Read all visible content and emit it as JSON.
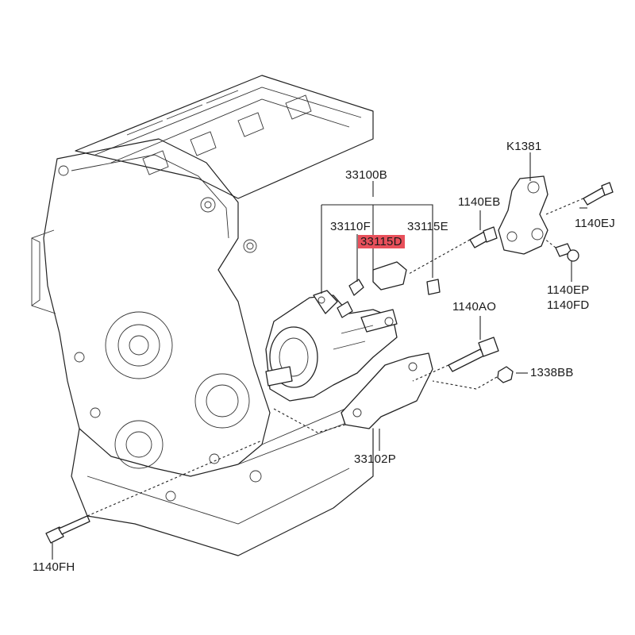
{
  "colors": {
    "highlight": "#e8505b",
    "ink": "#222222",
    "background": "#ffffff"
  },
  "callouts": {
    "k1381": "K1381",
    "p33100b": "33100B",
    "p1140eb": "1140EB",
    "p1140ej": "1140EJ",
    "p33110f": "33110F",
    "p33115e": "33115E",
    "p33115d": "33115D",
    "p1140ep": "1140EP",
    "p1140fd": "1140FD",
    "p1140ao": "1140AO",
    "p1338bb": "1338BB",
    "p33102p": "33102P",
    "p1140fh": "1140FH"
  }
}
